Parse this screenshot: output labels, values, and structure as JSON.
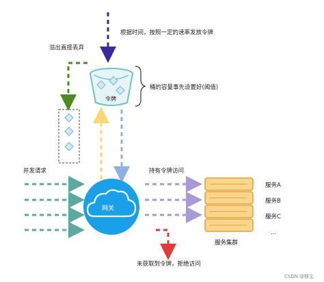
{
  "labels": {
    "rate_note": "根据时间，按照一定的速率发放令牌",
    "overflow_note": "溢出直接丢弃",
    "bucket_capacity_note": "桶的容量事先设置好(阈值)",
    "bucket_name": "令牌",
    "concurrent_requests": "并发请求",
    "gateway": "网关",
    "with_token_access": "持有令牌访问",
    "service_a": "服务A",
    "service_b": "服务B",
    "service_c": "服务C",
    "service_more": "...",
    "service_cluster": "服务集群",
    "no_token_reject": "未获取到令牌，拒绝访问",
    "watermark": "CSDN @轶尘"
  },
  "colors": {
    "rate_arrow": "#3b2a9e",
    "overflow_arrow": "#4d8a1f",
    "bucket": "#6fc2c7",
    "bucket_fill": "#e6f4f7",
    "token": "#a7d3ea",
    "token_up_arrow": "#f6d977",
    "token_down_arrow": "#8fb0e3",
    "request_arrow": "#5fa89e",
    "access_arrow": "#a99ad6",
    "reject_arrow": "#e03a3a",
    "gateway": "#1aa0e6",
    "server": "#f0b64f"
  }
}
